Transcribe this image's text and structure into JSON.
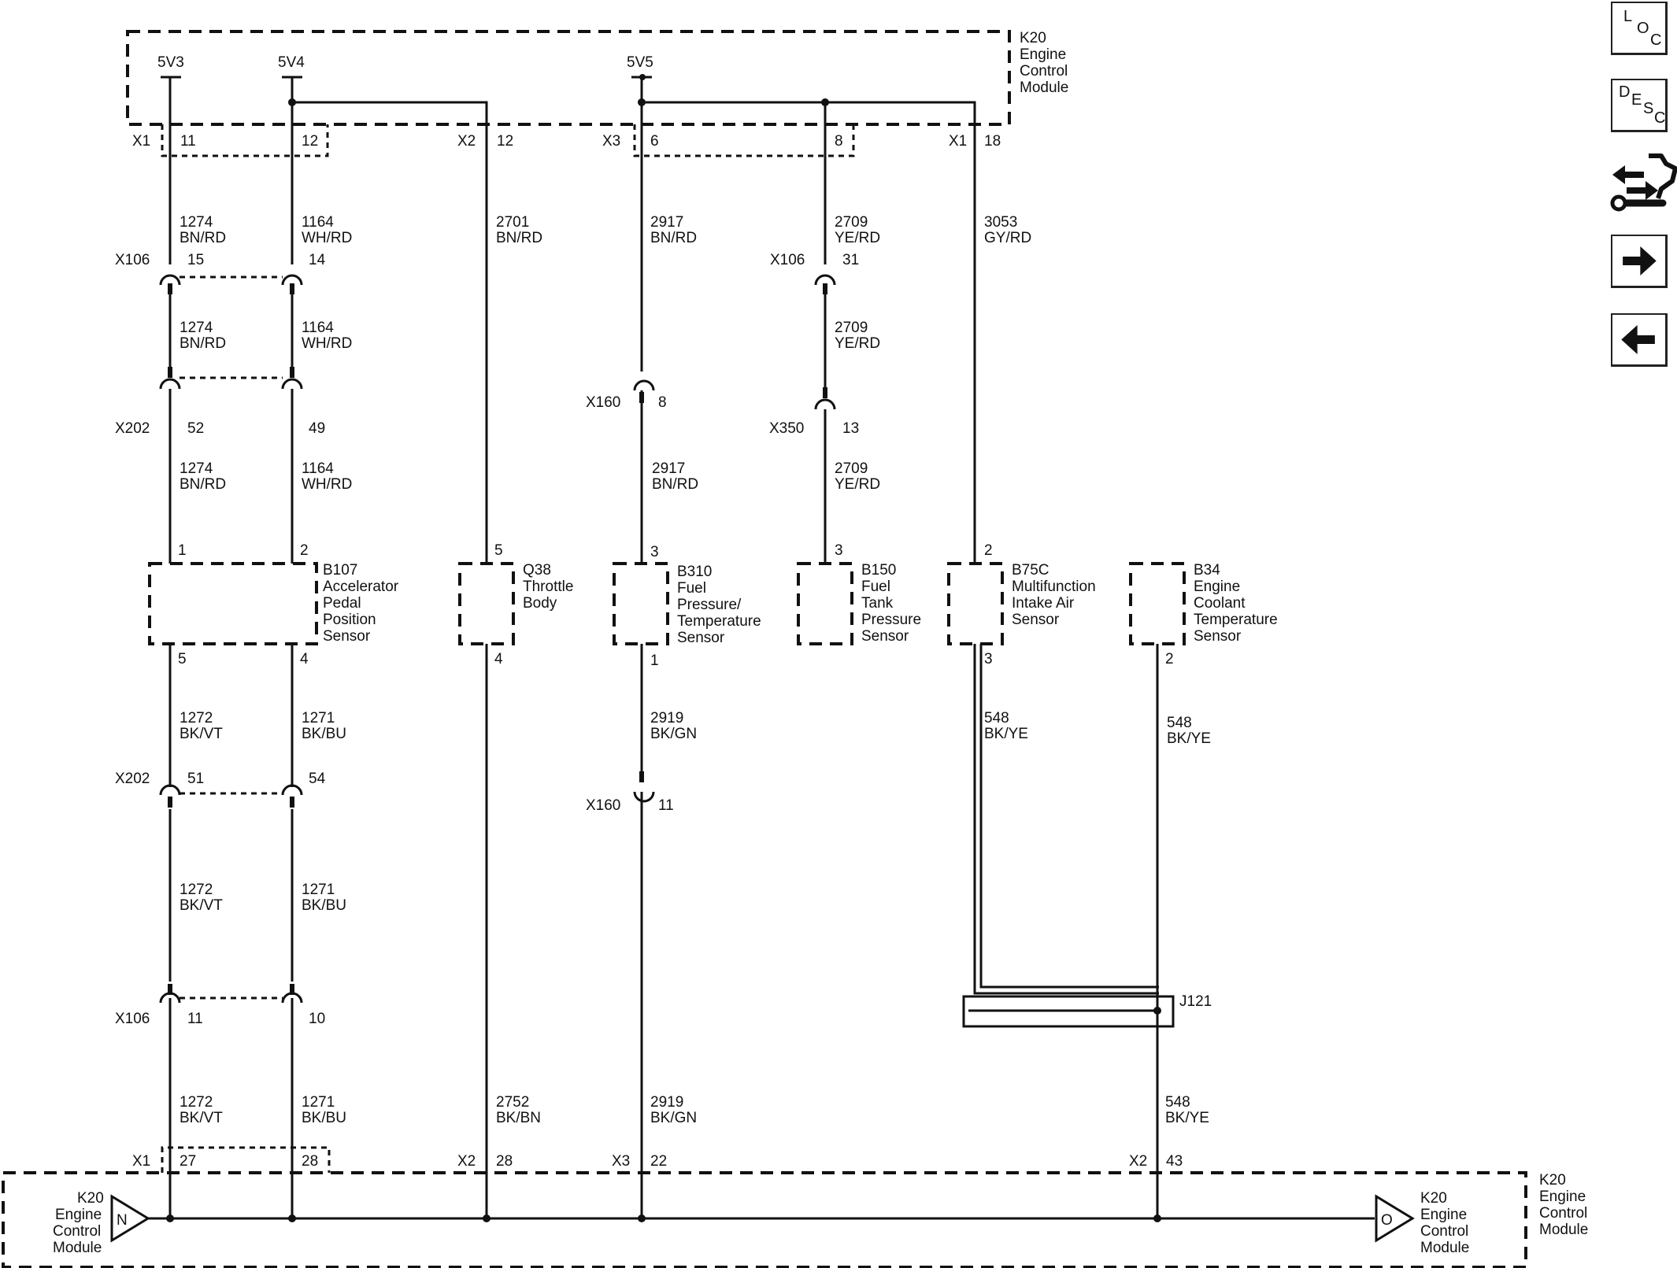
{
  "ecm_top_label": [
    "K20",
    "Engine",
    "Control",
    "Module"
  ],
  "ecm_bottom_label": [
    "K20",
    "Engine",
    "Control",
    "Module"
  ],
  "ecm_left_label": [
    "K20",
    "Engine",
    "Control",
    "Module"
  ],
  "ecm_right_label": [
    "K20",
    "Engine",
    "Control",
    "Module"
  ],
  "ref_labels": [
    "5V3",
    "5V4",
    "5V5"
  ],
  "connector_names": {
    "x1": "X1",
    "x2": "X2",
    "x3": "X3",
    "x106": "X106",
    "x202": "X202",
    "x160": "X160",
    "x350": "X350"
  },
  "top_pins": [
    "11",
    "12",
    "12",
    "6",
    "8",
    "18"
  ],
  "bottom_pins": [
    "27",
    "28",
    "28",
    "22",
    "43"
  ],
  "inline_pins": {
    "x106_top": [
      "15",
      "14",
      "31"
    ],
    "x202_top": [
      "52",
      "49"
    ],
    "x160_top": "8",
    "x350": "13",
    "x202_bot": [
      "51",
      "54"
    ],
    "x160_bot": "11",
    "x106_bot": [
      "11",
      "10"
    ]
  },
  "component_pins": {
    "b107_top": [
      "1",
      "2"
    ],
    "b107_bot": [
      "5",
      "4"
    ],
    "q38_top": "5",
    "q38_bot": "4",
    "b310_top": "3",
    "b310_bot": "1",
    "b150_top": "3",
    "b75c_top": "2",
    "b75c_bot": "3",
    "b34_bot": "2"
  },
  "wires": [
    [
      "1274",
      "BN/RD"
    ],
    [
      "1164",
      "WH/RD"
    ],
    [
      "2701",
      "BN/RD"
    ],
    [
      "2917",
      "BN/RD"
    ],
    [
      "2709",
      "YE/RD"
    ],
    [
      "3053",
      "GY/RD"
    ],
    [
      "1274",
      "BN/RD"
    ],
    [
      "1164",
      "WH/RD"
    ],
    [
      "2709",
      "YE/RD"
    ],
    [
      "2917",
      "BN/RD"
    ],
    [
      "1274",
      "BN/RD"
    ],
    [
      "1164",
      "WH/RD"
    ],
    [
      "2709",
      "YE/RD"
    ],
    [
      "1272",
      "BK/VT"
    ],
    [
      "1271",
      "BK/BU"
    ],
    [
      "2919",
      "BK/GN"
    ],
    [
      "548",
      "BK/YE"
    ],
    [
      "548",
      "BK/YE"
    ],
    [
      "1272",
      "BK/VT"
    ],
    [
      "1271",
      "BK/BU"
    ],
    [
      "1272",
      "BK/VT"
    ],
    [
      "1271",
      "BK/BU"
    ],
    [
      "2752",
      "BK/BN"
    ],
    [
      "2919",
      "BK/GN"
    ],
    [
      "548",
      "BK/YE"
    ]
  ],
  "components": {
    "b107": [
      "B107",
      "Accelerator",
      "Pedal",
      "Position",
      "Sensor"
    ],
    "q38": [
      "Q38",
      "Throttle",
      "Body"
    ],
    "b310": [
      "B310",
      "Fuel",
      "Pressure/",
      "Temperature",
      "Sensor"
    ],
    "b150": [
      "B150",
      "Fuel",
      "Tank",
      "Pressure",
      "Sensor"
    ],
    "b75c": [
      "B75C",
      "Multifunction",
      "Intake Air",
      "Sensor"
    ],
    "b34": [
      "B34",
      "Engine",
      "Coolant",
      "Temperature",
      "Sensor"
    ]
  },
  "splice_label": "J121",
  "offpage_left": "N",
  "offpage_right": "O",
  "nav_buttons": {
    "loc": [
      "L",
      "O",
      "C"
    ],
    "desc": [
      "D",
      "E",
      "S",
      "C"
    ],
    "tool_icon": "wrench-arrows-icon",
    "next_icon": "arrow-right-icon",
    "prev_icon": "arrow-left-icon"
  }
}
